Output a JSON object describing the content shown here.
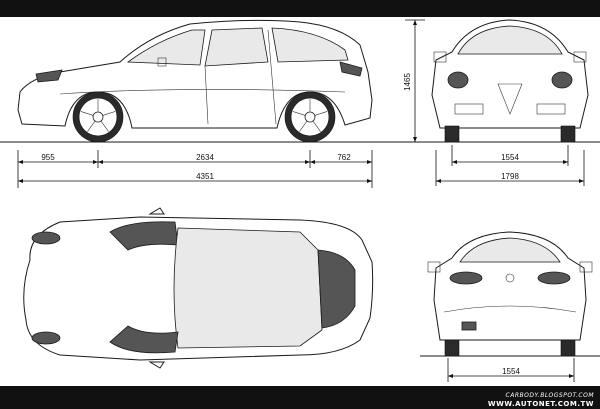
{
  "dimensions": {
    "front_overhang": "955",
    "wheelbase": "2634",
    "rear_overhang": "762",
    "overall_length": "4351",
    "height": "1465",
    "front_track": "1554",
    "overall_width": "1798",
    "rear_track": "1554"
  },
  "credits": {
    "blog": "CARBODY.BLOGSPOT.COM",
    "site": "WWW.AUTONET.COM.TW"
  }
}
